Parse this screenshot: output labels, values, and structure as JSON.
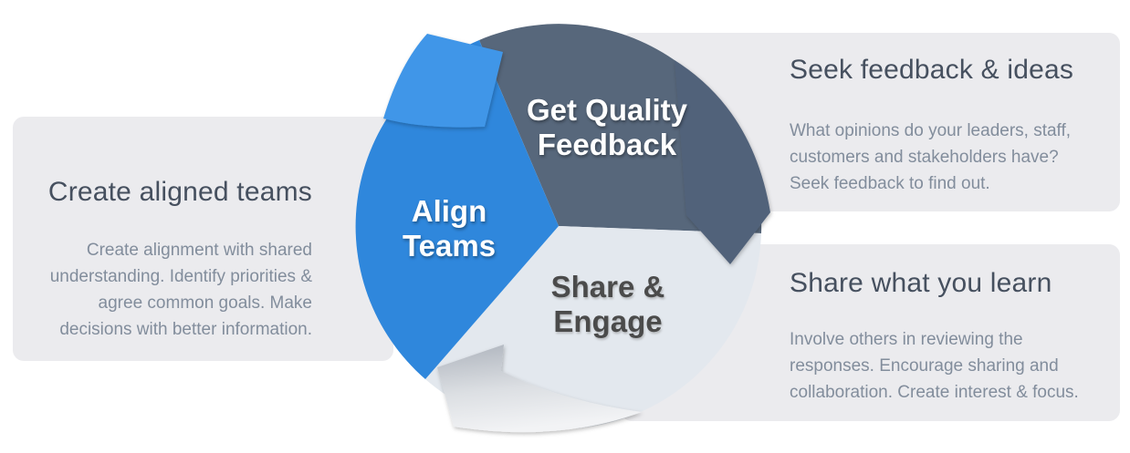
{
  "cycle": {
    "segments": [
      {
        "name": "get-quality-feedback",
        "label": "Get Quality\nFeedback",
        "color": "#57677b",
        "arrow_color": "#51627a",
        "text_color": "#ffffff"
      },
      {
        "name": "share-engage",
        "label": "Share &\nEngage",
        "color": "#e3e8ee",
        "arrow_color": "silver gradient",
        "text_color": "#4b4b4b"
      },
      {
        "name": "align-teams",
        "label": "Align\nTeams",
        "color": "#2f87dc",
        "arrow_color": "#3f96e8",
        "text_color": "#ffffff"
      }
    ]
  },
  "panels": [
    {
      "name": "create-aligned-teams",
      "title": "Create aligned teams",
      "body": "Create alignment with shared\nunderstanding. Identify priorities &\nagree common goals. Make\ndecisions with better information."
    },
    {
      "name": "seek-feedback-ideas",
      "title": "Seek feedback & ideas",
      "body": "What opinions do your leaders, staff,\ncustomers and stakeholders have?\nSeek feedback to find out."
    },
    {
      "name": "share-what-you-learn",
      "title": "Share what you learn",
      "body": "Involve others in reviewing the\nresponses. Encourage sharing and\ncollaboration. Create interest & focus."
    }
  ],
  "colors": {
    "page_bg": "#ffffff",
    "panel_bg": "#ebebee",
    "heading_text": "#46505f",
    "body_text": "#828d9c",
    "blue_segment": "#2f87dc",
    "dark_segment": "#57677b",
    "light_segment": "#e3e8ee"
  }
}
